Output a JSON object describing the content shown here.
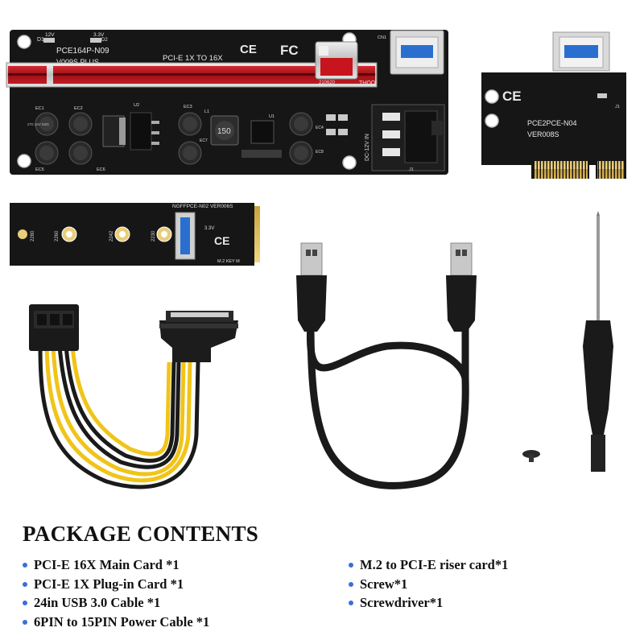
{
  "main_card": {
    "model": "PCE164P-N09",
    "version": "V009S PLUS",
    "slot_text": "PCI-E 1X TO 16X",
    "voltage_12v": "12V",
    "voltage_33v": "3.3V",
    "label_d1": "D1",
    "label_d2": "D2",
    "label_cn1": "CN1",
    "label_u1": "U1",
    "label_u2": "U2",
    "label_l1": "L1",
    "label_j1": "J1",
    "power_label": "DC-12V IN",
    "date_code": "210620",
    "brand_partial": "THOO",
    "inductor_code": "150",
    "caps": [
      "EC1",
      "EC2",
      "EC3",
      "EC4",
      "EC5",
      "EC6",
      "EC7",
      "EC8"
    ],
    "cap_text": "270 16V M25"
  },
  "plugin_card": {
    "model": "PCE2PCE-N04",
    "version": "VER008S",
    "label_j1": "J1"
  },
  "m2_card": {
    "model": "NGFFPCE-N02 VER006S",
    "voltage": "3.3V",
    "key_text": "M.2 KEY M",
    "sizes": [
      "2280",
      "2260",
      "2242",
      "2230"
    ]
  },
  "cert_marks": [
    "CE",
    "FC"
  ],
  "package": {
    "heading": "PACKAGE CONTENTS",
    "left_items": [
      "PCI-E 16X Main Card *1",
      "PCI-E 1X Plug-in Card *1",
      "24in USB 3.0 Cable *1",
      "6PIN to 15PIN Power Cable *1"
    ],
    "right_items": [
      "M.2 to PCI-E riser card*1",
      "Screw*1",
      "Screwdriver*1"
    ]
  },
  "colors": {
    "pcb": "#161616",
    "slot_red": "#b8141c",
    "bracket_silver": "#d0d0d0",
    "gold_contacts": "#d8b85a",
    "usb_blue": "#2a6fd0",
    "bullet_blue": "#3a6fd8",
    "wire_yellow": "#f0c419",
    "wire_black": "#1a1a1a"
  }
}
